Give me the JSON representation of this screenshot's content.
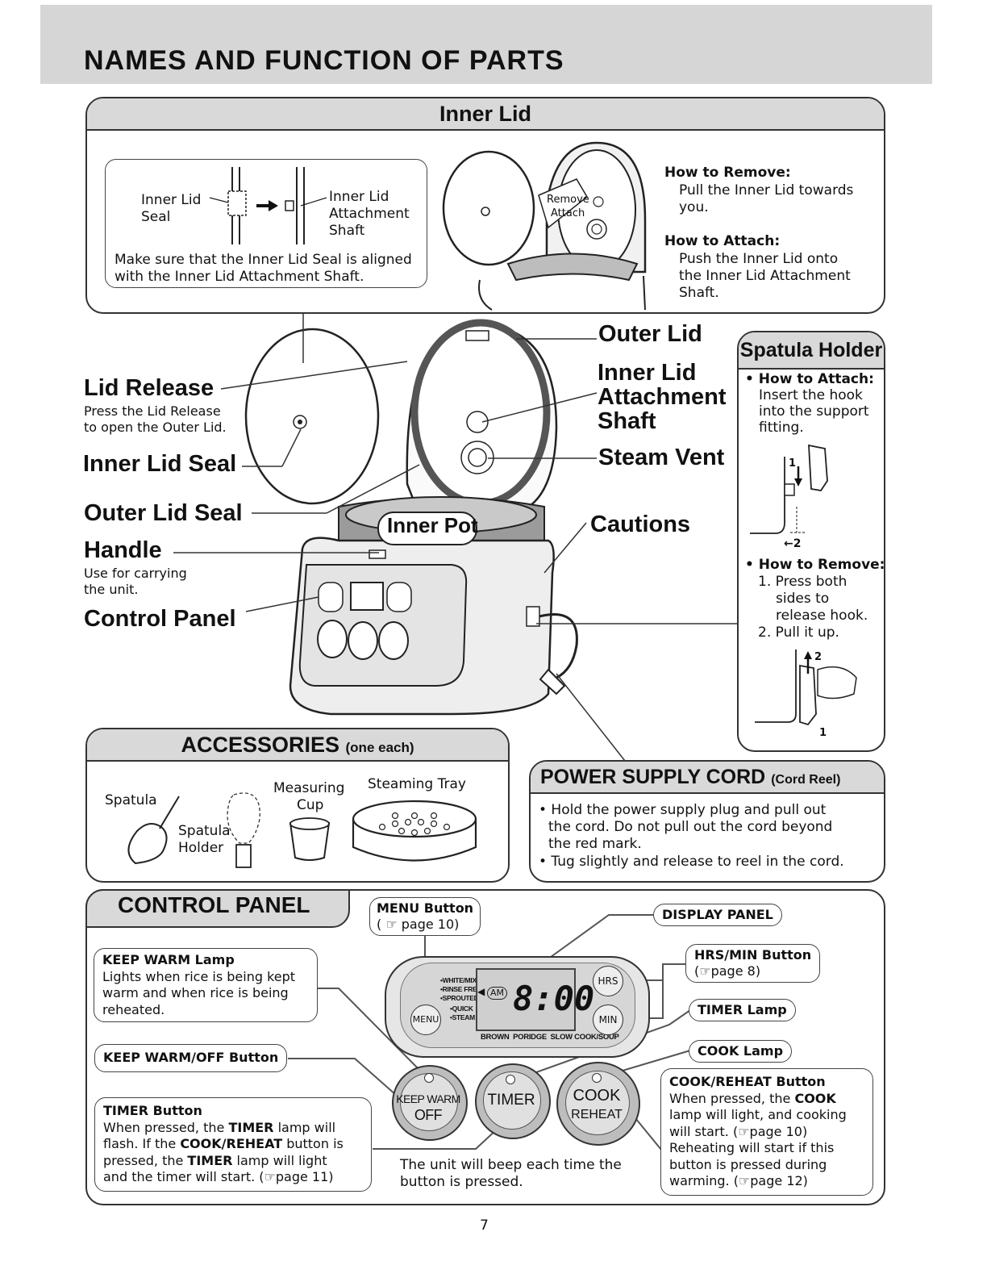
{
  "page_title": "NAMES AND FUNCTION OF PARTS",
  "page_number": "7",
  "inner_lid": {
    "title": "Inner Lid",
    "seal_label_1": "Inner Lid",
    "seal_label_2": "Seal",
    "shaft_label_1": "Inner Lid",
    "shaft_label_2": "Attachment",
    "shaft_label_3": "Shaft",
    "note_1": "Make sure that the Inner Lid Seal is aligned",
    "note_2": "with the Inner Lid Attachment Shaft.",
    "remove_tag": "Remove",
    "attach_tag": "Attach",
    "how_remove_title": "How to Remove:",
    "how_remove_1": "Pull the Inner Lid towards",
    "how_remove_2": "you.",
    "how_attach_title": "How to Attach:",
    "how_attach_1": "Push the Inner Lid onto",
    "how_attach_2": "the Inner Lid Attachment",
    "how_attach_3": "Shaft."
  },
  "callouts": {
    "outer_lid": "Outer Lid",
    "inner_lid_shaft_1": "Inner Lid",
    "inner_lid_shaft_2": "Attachment",
    "inner_lid_shaft_3": "Shaft",
    "steam_vent": "Steam Vent",
    "cautions": "Cautions",
    "lid_release": "Lid Release",
    "lid_release_sub_1": "Press the Lid Release",
    "lid_release_sub_2": "to open the Outer Lid.",
    "inner_lid_seal": "Inner Lid Seal",
    "outer_lid_seal": "Outer Lid Seal",
    "handle": "Handle",
    "handle_sub_1": "Use for carrying",
    "handle_sub_2": "the unit.",
    "control_panel": "Control Panel",
    "inner_pot": "Inner Pot"
  },
  "spatula_holder": {
    "title": "Spatula Holder",
    "attach_title": "How to Attach:",
    "attach_1": "Insert the hook",
    "attach_2": "into the support",
    "attach_3": "fitting.",
    "remove_title": "How to Remove:",
    "remove_1a": "1. Press both",
    "remove_1b": "sides to",
    "remove_1c": "release hook.",
    "remove_2": "2. Pull it up.",
    "n1": "1",
    "n2": "2",
    "n3": "2",
    "n4": "1"
  },
  "accessories": {
    "title": "ACCESSORIES",
    "title_sub": "(one each)",
    "spatula": "Spatula",
    "spatula_holder_1": "Spatula",
    "spatula_holder_2": "Holder",
    "cup_1": "Measuring",
    "cup_2": "Cup",
    "tray": "Steaming Tray"
  },
  "power_cord": {
    "title": "POWER SUPPLY CORD",
    "title_sub": "(Cord Reel)",
    "line_1": "• Hold the power supply plug and pull out",
    "line_2": "the cord.  Do not pull out the cord beyond",
    "line_3": "the red mark.",
    "line_4": "• Tug slightly and release to reel in the cord."
  },
  "control_panel": {
    "title": "CONTROL PANEL",
    "menu_button_title": "MENU Button",
    "menu_button_ref": "( ☞ page 10)",
    "display_panel": "DISPLAY PANEL",
    "hrs_min_title": "HRS/MIN Button",
    "hrs_min_ref": "(☞page 8)",
    "timer_lamp": "TIMER Lamp",
    "cook_lamp": "COOK Lamp",
    "keep_warm_lamp_title": "KEEP WARM Lamp",
    "keep_warm_lamp_1": "Lights when rice is being kept",
    "keep_warm_lamp_2": "warm and when rice is being",
    "keep_warm_lamp_3": "reheated.",
    "keep_warm_off_button": "KEEP WARM/OFF Button",
    "timer_button_title": "TIMER Button",
    "timer_button_1a": "When pressed, the ",
    "timer_button_1b": "TIMER",
    "timer_button_1c": " lamp will",
    "timer_button_2a": "flash.  If the ",
    "timer_button_2b": "COOK/REHEAT",
    "timer_button_2c": " button is",
    "timer_button_3a": "pressed, the ",
    "timer_button_3b": "TIMER",
    "timer_button_3c": " lamp will light",
    "timer_button_4": "and the timer will start.  (☞page 11)",
    "cook_reheat_title": "COOK/REHEAT Button",
    "cook_reheat_1a": "When pressed, the ",
    "cook_reheat_1b": "COOK",
    "cook_reheat_2": "lamp will light, and cooking",
    "cook_reheat_3": "will start. (☞page 10)",
    "cook_reheat_4": "Reheating will start if this",
    "cook_reheat_5": "button is pressed during",
    "cook_reheat_6": "warming. (☞page 12)",
    "beep_1": "The unit will beep each time the",
    "beep_2": "button is pressed.",
    "menu_items": [
      "•WHITE/MIXED",
      "•RINSE FREE",
      "•SPROUTED",
      "•QUICK",
      "•STEAM"
    ],
    "bottom_menu": [
      "BROWN",
      "PORIDGE",
      "SLOW COOK/SOUP"
    ],
    "am": "AM",
    "time": "8:00",
    "menu_btn": "MENU",
    "hrs_btn": "HRS",
    "min_btn": "MIN",
    "keep_warm_btn_1": "KEEP WARM",
    "keep_warm_btn_2": "OFF",
    "timer_btn": "TIMER",
    "cook_btn_1": "COOK",
    "cook_btn_2": "REHEAT"
  }
}
